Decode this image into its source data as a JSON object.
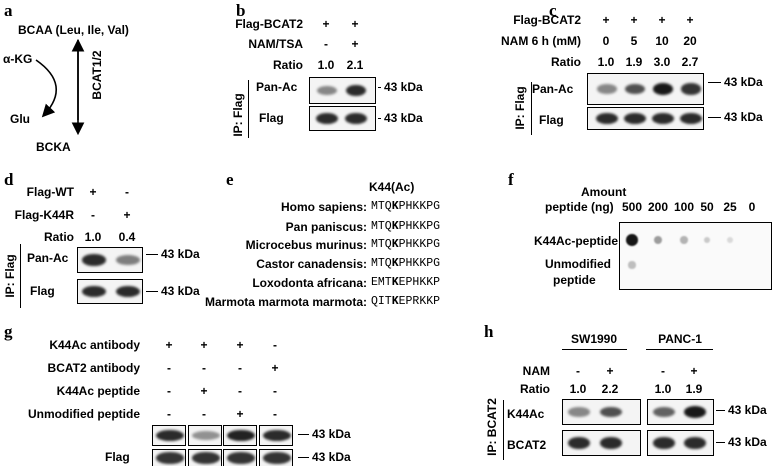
{
  "panels": {
    "a": {
      "letter": "a",
      "bcaa": "BCAA (Leu, Ile, Val)",
      "akg": "α-KG",
      "glu": "Glu",
      "bcka": "BCKA",
      "enzyme": "BCAT1/2"
    },
    "b": {
      "letter": "b",
      "rows": [
        {
          "label": "Flag-BCAT2",
          "values": [
            "+",
            "+"
          ]
        },
        {
          "label": "NAM/TSA",
          "values": [
            "-",
            "+"
          ]
        },
        {
          "label": "Ratio",
          "values": [
            "1.0",
            "2.1"
          ]
        }
      ],
      "ip": "IP: Flag",
      "blots": [
        {
          "label": "Pan-Ac",
          "kda": "43 kDa",
          "intensity": [
            0.35,
            0.85
          ]
        },
        {
          "label": "Flag",
          "kda": "43 kDa",
          "intensity": [
            0.85,
            0.85
          ]
        }
      ]
    },
    "c": {
      "letter": "c",
      "rows": [
        {
          "label": "Flag-BCAT2",
          "values": [
            "+",
            "+",
            "+",
            "+"
          ]
        },
        {
          "label": "NAM 6 h (mM)",
          "values": [
            "0",
            "5",
            "10",
            "20"
          ]
        },
        {
          "label": "Ratio",
          "values": [
            "1.0",
            "1.9",
            "3.0",
            "2.7"
          ]
        }
      ],
      "ip": "IP: Flag",
      "blots": [
        {
          "label": "Pan-Ac",
          "kda": "43 kDa",
          "intensity": [
            0.35,
            0.65,
            0.95,
            0.8
          ]
        },
        {
          "label": "Flag",
          "kda": "43 kDa",
          "intensity": [
            0.85,
            0.85,
            0.85,
            0.85
          ]
        }
      ]
    },
    "d": {
      "letter": "d",
      "rows": [
        {
          "label": "Flag-WT",
          "values": [
            "+",
            "-"
          ]
        },
        {
          "label": "Flag-K44R",
          "values": [
            "-",
            "+"
          ]
        },
        {
          "label": "Ratio",
          "values": [
            "1.0",
            "0.4"
          ]
        }
      ],
      "ip": "IP: Flag",
      "blots": [
        {
          "label": "Pan-Ac",
          "kda": "43 kDa",
          "intensity": [
            0.85,
            0.4
          ]
        },
        {
          "label": "Flag",
          "kda": "43 kDa",
          "intensity": [
            0.85,
            0.85
          ]
        }
      ]
    },
    "e": {
      "letter": "e",
      "header": "K44(Ac)",
      "species": [
        {
          "name": "Homo sapiens:",
          "pre": "MTQ",
          "k": "K",
          "post": "PHKKPG"
        },
        {
          "name": "Pan paniscus:",
          "pre": "MTQ",
          "k": "K",
          "post": "PHKKPG"
        },
        {
          "name": "Microcebus murinus:",
          "pre": "MTQ",
          "k": "K",
          "post": "PHKKPG"
        },
        {
          "name": "Castor canadensis:",
          "pre": "MTQ",
          "k": "K",
          "post": "PHKKPG"
        },
        {
          "name": "Loxodonta africana:",
          "pre": "EMT",
          "k": "K",
          "post": "EPHKKP"
        },
        {
          "name": "Marmota marmota marmota:",
          "pre": "QIT",
          "k": "K",
          "post": "EPRKKP"
        }
      ]
    },
    "f": {
      "letter": "f",
      "amount_label_1": "Amount",
      "amount_label_2": "peptide (ng)",
      "amounts": [
        "500",
        "200",
        "100",
        "50",
        "25",
        "0"
      ],
      "rows": [
        {
          "label_1": "K44Ac-peptide",
          "label_2": "",
          "intensity": [
            0.95,
            0.35,
            0.25,
            0.15,
            0.08,
            0
          ]
        },
        {
          "label_1": "Unmodified",
          "label_2": "peptide",
          "intensity": [
            0.2,
            0,
            0,
            0,
            0,
            0
          ]
        }
      ]
    },
    "g": {
      "letter": "g",
      "rows": [
        {
          "label": "K44Ac antibody",
          "values": [
            "+",
            "+",
            "+",
            "-"
          ]
        },
        {
          "label": "BCAT2 antibody",
          "values": [
            "-",
            "-",
            "-",
            "+"
          ]
        },
        {
          "label": "K44Ac peptide",
          "values": [
            "-",
            "+",
            "-",
            "-"
          ]
        },
        {
          "label": "Unmodified peptide",
          "values": [
            "-",
            "-",
            "+",
            "-"
          ]
        }
      ],
      "blots": [
        {
          "label": "",
          "kda": "43 kDa",
          "intensity": [
            0.85,
            0.3,
            0.9,
            0.85
          ]
        },
        {
          "label": "Flag",
          "kda": "43 kDa",
          "intensity": [
            0.8,
            0.8,
            0.8,
            0.8
          ]
        }
      ]
    },
    "h": {
      "letter": "h",
      "cells": [
        "SW1990",
        "PANC-1"
      ],
      "rows": [
        {
          "label": "NAM",
          "values": [
            "-",
            "+",
            "-",
            "+"
          ]
        },
        {
          "label": "Ratio",
          "values": [
            "1.0",
            "2.2",
            "1.0",
            "1.9"
          ]
        }
      ],
      "ip": "IP: BCAT2",
      "blots": [
        {
          "label": "K44Ac",
          "kda": "43 kDa",
          "intensity": [
            0.35,
            0.65,
            0.55,
            0.95
          ]
        },
        {
          "label": "BCAT2",
          "kda": "43 kDa",
          "intensity": [
            0.85,
            0.85,
            0.85,
            0.85
          ]
        }
      ]
    }
  }
}
